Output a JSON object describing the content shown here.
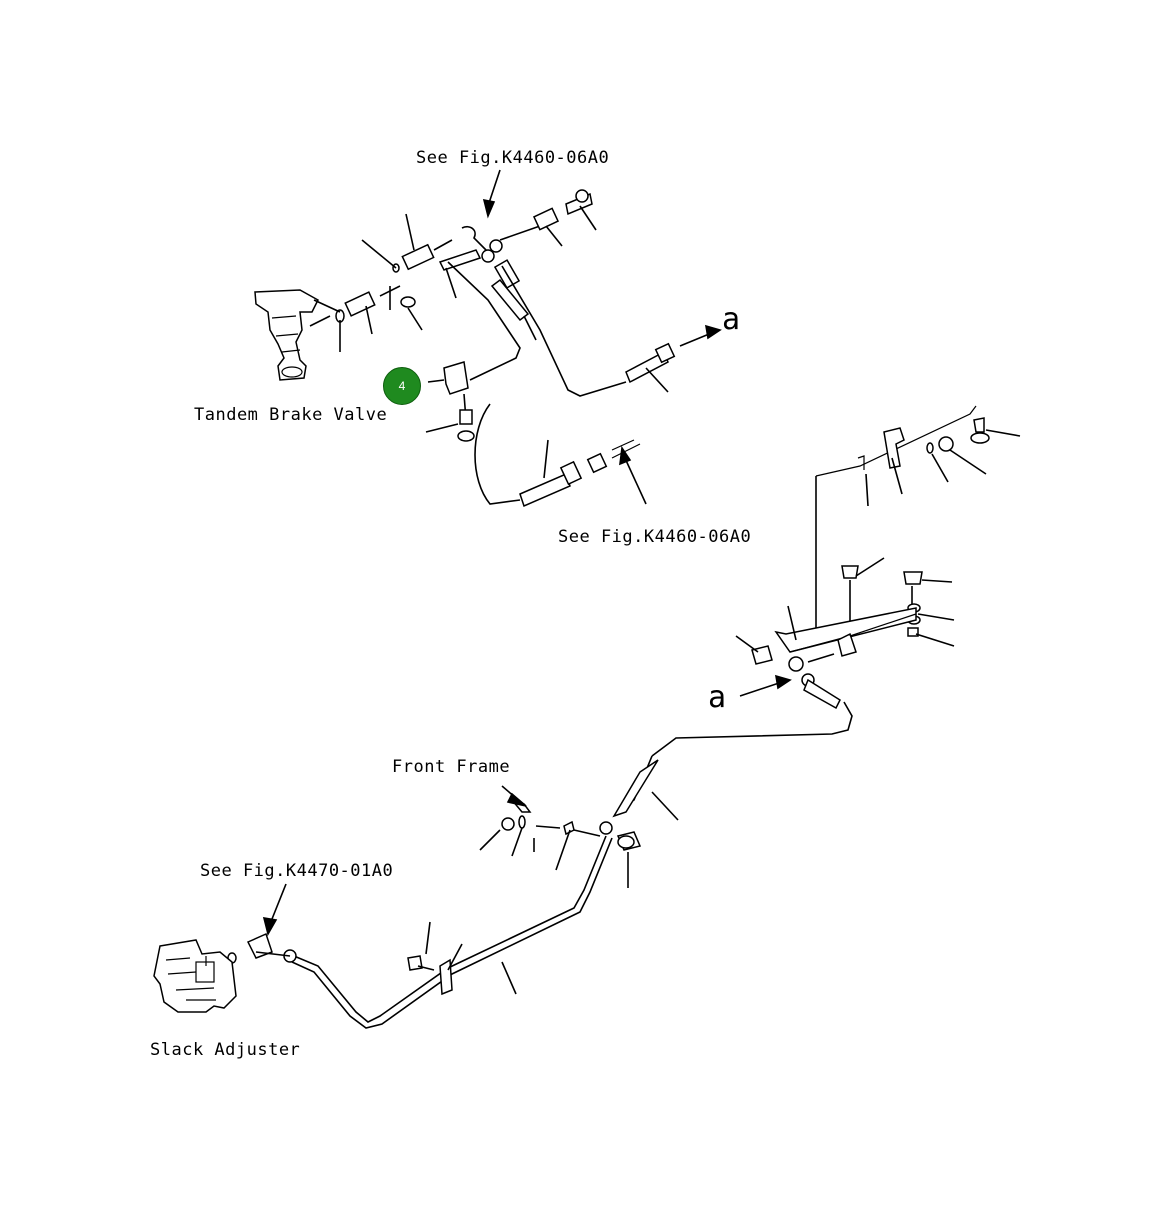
{
  "labels": {
    "see_fig_top": "See Fig.K4460-06A0",
    "see_fig_mid": "See Fig.K4460-06A0",
    "see_fig_bottom": "See Fig.K4470-01A0",
    "tandem_brake_valve": "Tandem Brake Valve",
    "front_frame": "Front Frame",
    "slack_adjuster": "Slack Adjuster",
    "callout_a_top": "a",
    "callout_a_mid": "a"
  },
  "hotspots": [
    {
      "number": "4",
      "color": "#1f8a1f"
    }
  ]
}
